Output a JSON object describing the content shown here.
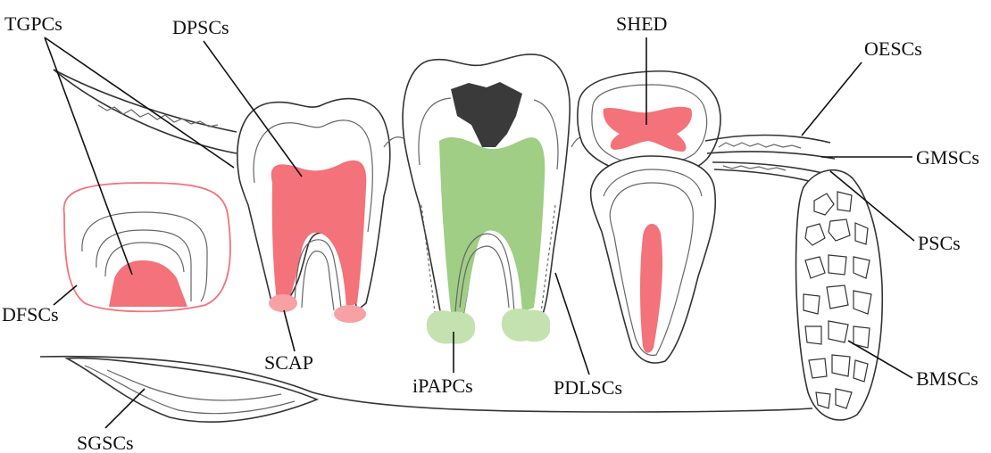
{
  "labels": {
    "tgpcs": "TGPCs",
    "dpscs": "DPSCs",
    "shed": "SHED",
    "oescs": "OESCs",
    "gmscs": "GMSCs",
    "pscs": "PSCs",
    "dfscs": "DFSCs",
    "scap": "SCAP",
    "ipapcs": "iPAPCs",
    "pdlscs": "PDLSCs",
    "bmscs": "BMSCs",
    "sgscs": "SGSCs"
  },
  "colors": {
    "stem_cell_red": "#f4727a",
    "stem_cell_red_light": "#f7a1a5",
    "inflamed_green": "#9fce84",
    "inflamed_green_light": "#c3e2b0",
    "caries_dark": "#3a3a3a",
    "outline": "#333333"
  }
}
